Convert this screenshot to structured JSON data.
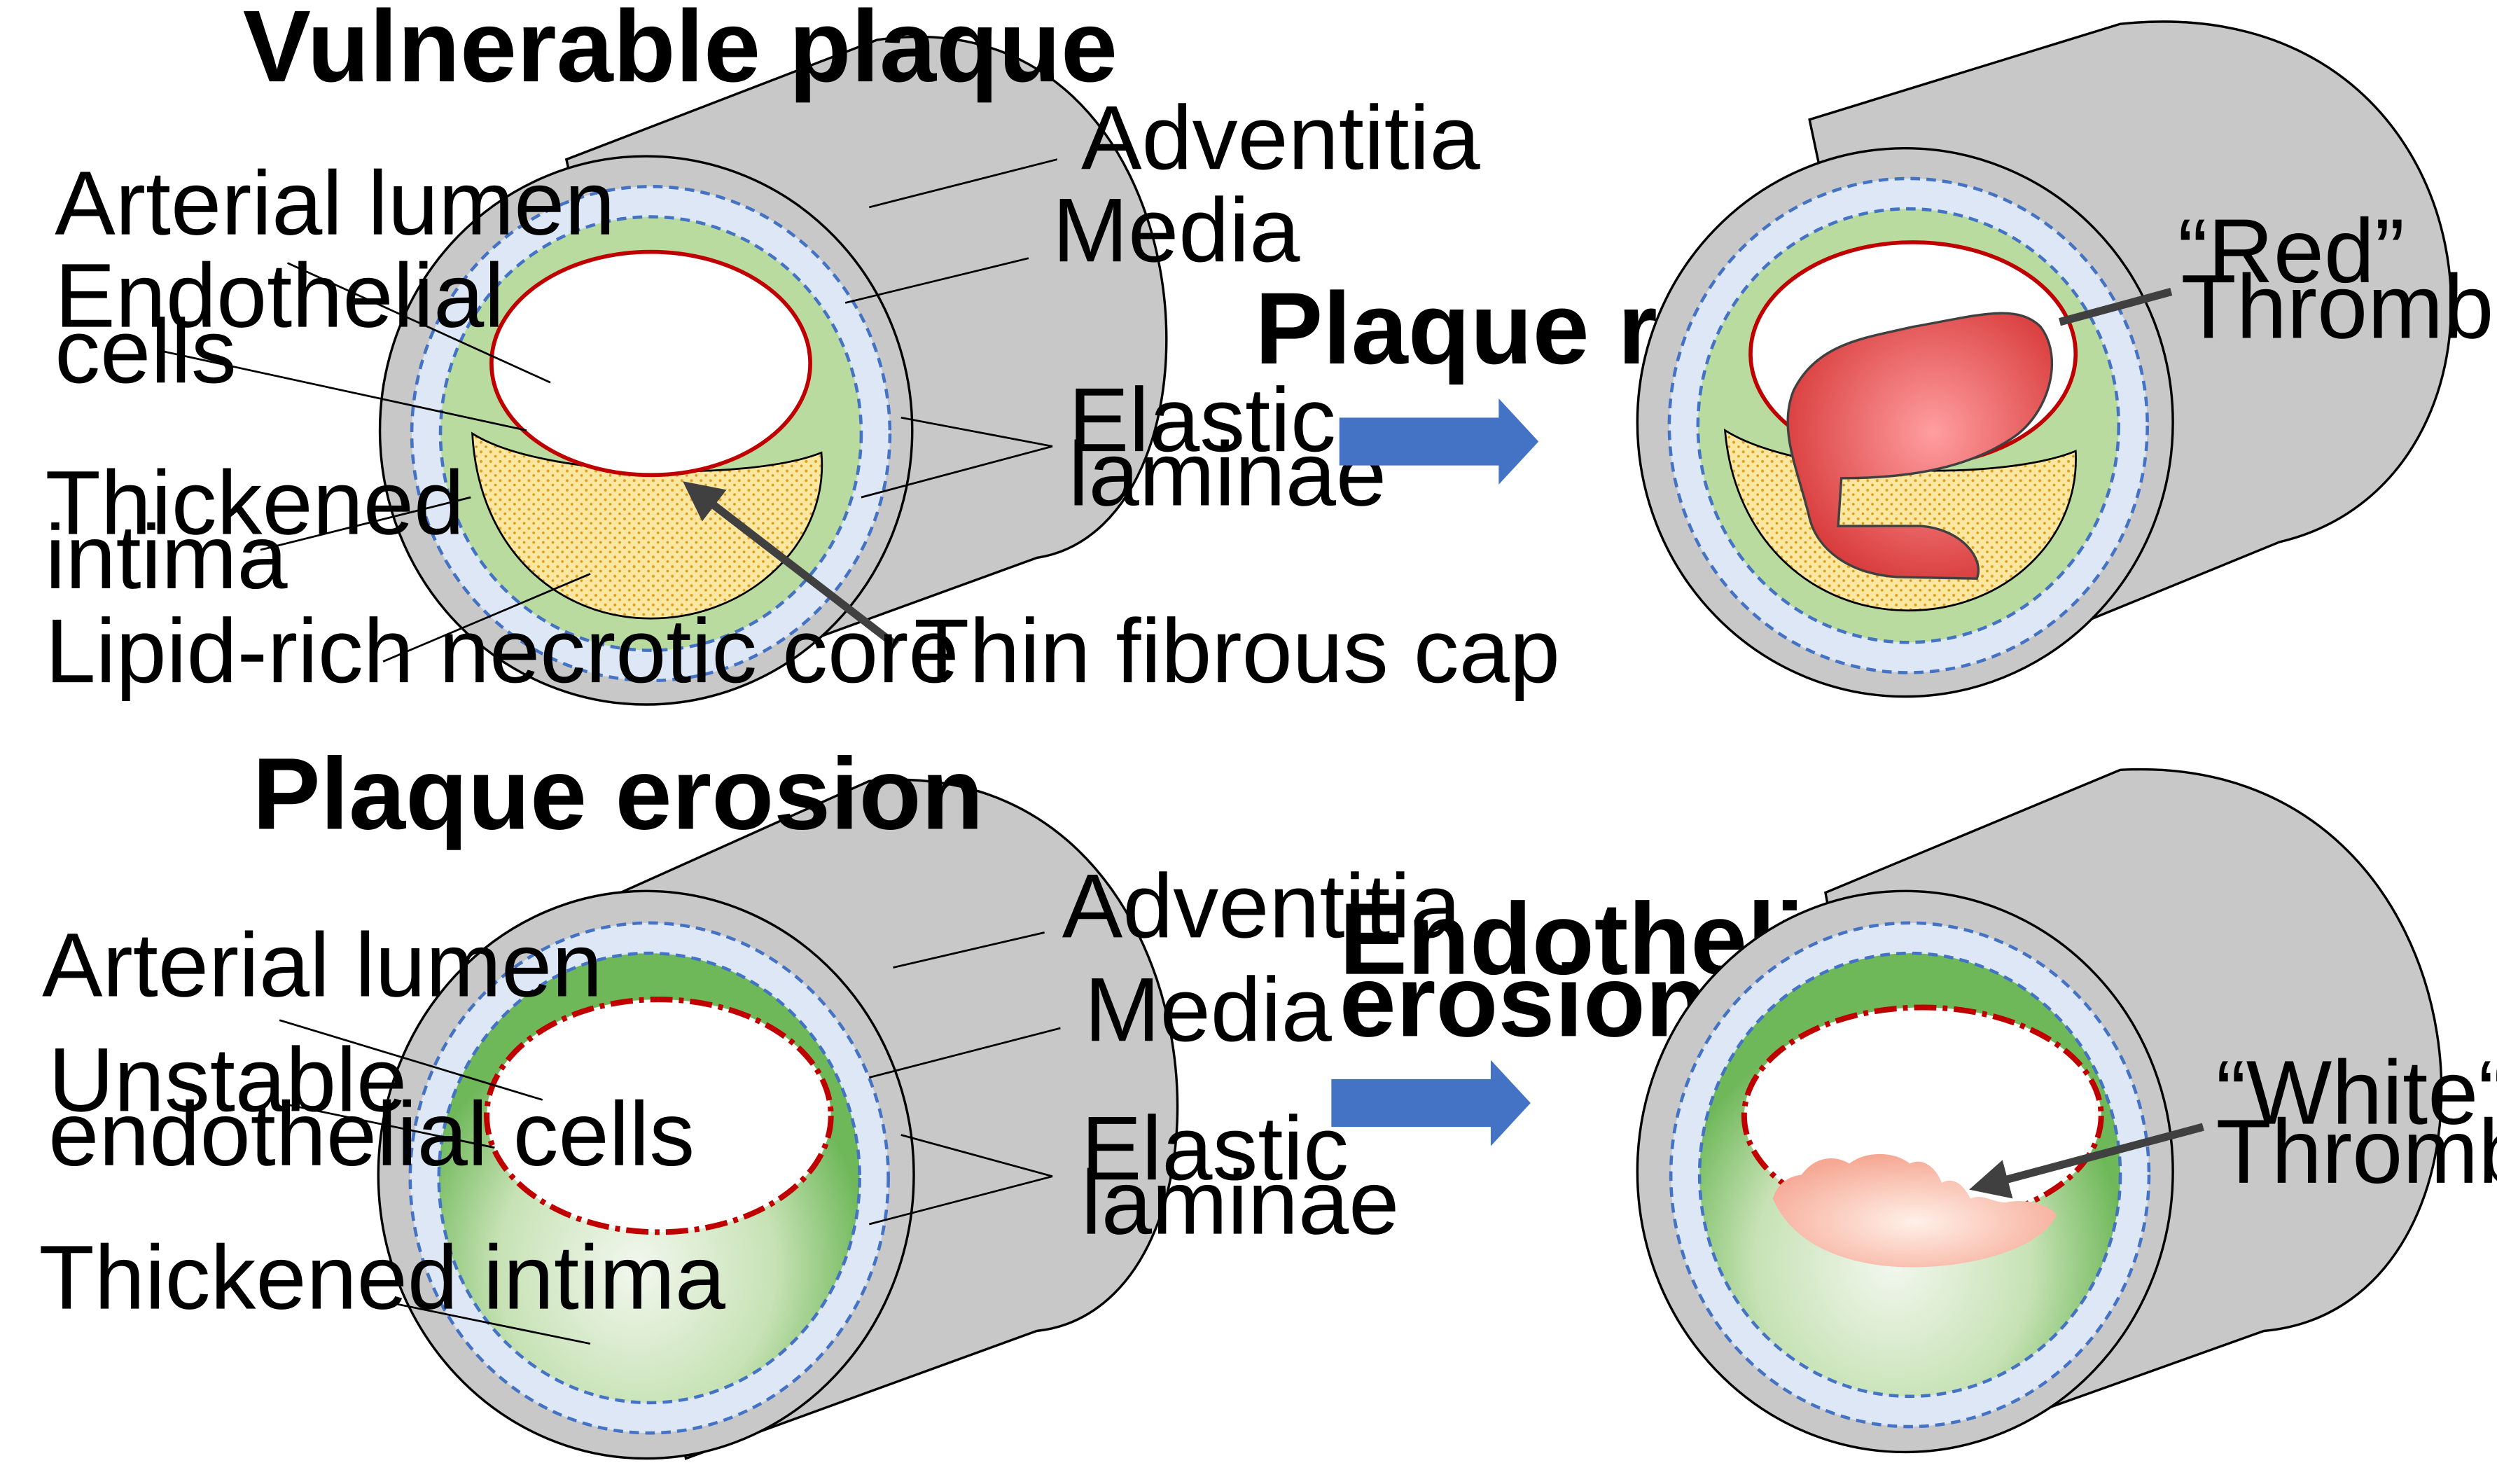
{
  "panels": {
    "rupture_top": {
      "title": "Vulnerable plaque",
      "labels": {
        "arterial_lumen": "Arterial lumen",
        "endothelial_line1": "Endothelial",
        "endothelial_line2": "cells",
        "thickened_line1": "Thickened",
        "thickened_line2": "intima",
        "lipid_core": "Lipid-rich necrotic core",
        "adventitia": "Adventitia",
        "media": "Media",
        "elastic_line1": "Elastic",
        "elastic_line2": "laminae",
        "fibrous_cap": "Thin fibrous cap"
      },
      "process": "Plaque rupture",
      "result_line1": "“Red”",
      "result_line2": "Thrombus"
    },
    "erosion_bottom": {
      "title": "Plaque erosion",
      "labels": {
        "arterial_lumen": "Arterial lumen",
        "unstable_line1": "Unstable",
        "unstable_line2": "endothelial  cells",
        "thickened_intima": "Thickened  intima",
        "adventitia": "Adventitia",
        "media": "Media",
        "elastic_line1": "Elastic",
        "elastic_line2": "laminae"
      },
      "process_line1": "Endothelial",
      "process_line2": "erosion",
      "result_line1": "“White“",
      "result_line2": "Thrombus"
    }
  },
  "colors": {
    "adventitia": "#c8c8c8",
    "media": "#dde7f5",
    "intima": "#b9dba0",
    "lumen_border": "#c00000",
    "lipid_core": "#f7dc6f",
    "elastic_lamina": "#4472c4",
    "arrow": "#4472c4",
    "red_thrombus": "#e04646",
    "white_thrombus": "#f6b39b"
  }
}
